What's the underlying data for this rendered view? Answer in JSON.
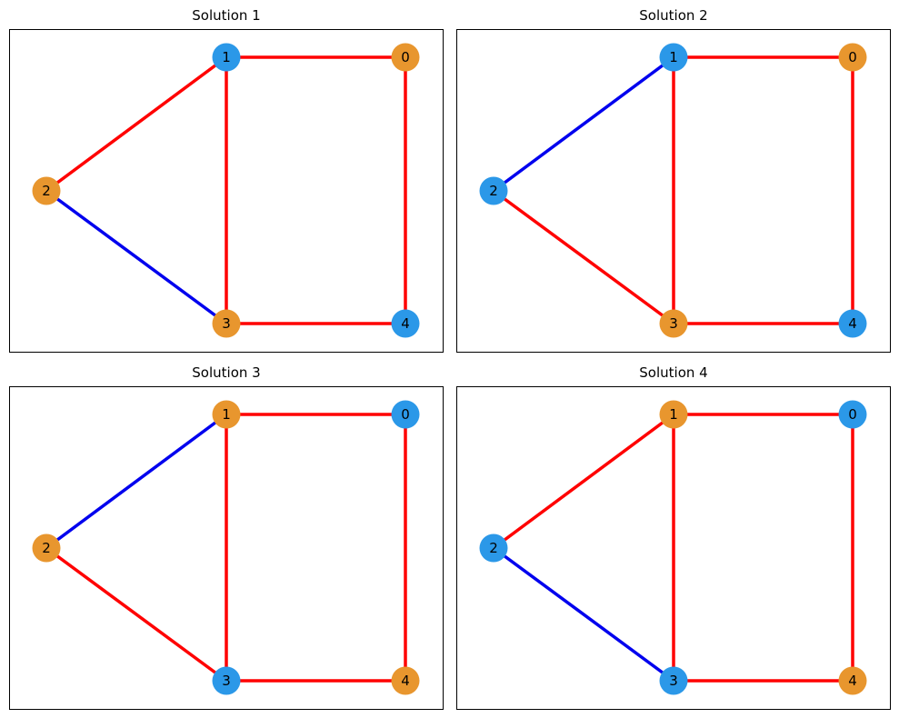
{
  "colors": {
    "orange_node": "#E8962E",
    "blue_node": "#2B98E8",
    "red_edge": "#FF0000",
    "blue_edge": "#0000EE"
  },
  "nodes": [
    "0",
    "1",
    "2",
    "3",
    "4"
  ],
  "edges": [
    [
      "1",
      "0"
    ],
    [
      "1",
      "2"
    ],
    [
      "1",
      "3"
    ],
    [
      "0",
      "4"
    ],
    [
      "2",
      "3"
    ],
    [
      "3",
      "4"
    ]
  ],
  "panels": [
    {
      "title": "Solution 1",
      "node_colors": {
        "0": "orange",
        "1": "blue",
        "2": "orange",
        "3": "orange",
        "4": "blue"
      },
      "edge_colors": {
        "1-0": "red",
        "1-2": "red",
        "1-3": "red",
        "0-4": "red",
        "2-3": "blue",
        "3-4": "red"
      }
    },
    {
      "title": "Solution 2",
      "node_colors": {
        "0": "orange",
        "1": "blue",
        "2": "blue",
        "3": "orange",
        "4": "blue"
      },
      "edge_colors": {
        "1-0": "red",
        "1-2": "blue",
        "1-3": "red",
        "0-4": "red",
        "2-3": "red",
        "3-4": "red"
      }
    },
    {
      "title": "Solution 3",
      "node_colors": {
        "0": "blue",
        "1": "orange",
        "2": "orange",
        "3": "blue",
        "4": "orange"
      },
      "edge_colors": {
        "1-0": "red",
        "1-2": "blue",
        "1-3": "red",
        "0-4": "red",
        "2-3": "red",
        "3-4": "red"
      }
    },
    {
      "title": "Solution 4",
      "node_colors": {
        "0": "blue",
        "1": "orange",
        "2": "blue",
        "3": "blue",
        "4": "orange"
      },
      "edge_colors": {
        "1-0": "red",
        "1-2": "red",
        "1-3": "red",
        "0-4": "red",
        "2-3": "blue",
        "3-4": "red"
      }
    }
  ]
}
